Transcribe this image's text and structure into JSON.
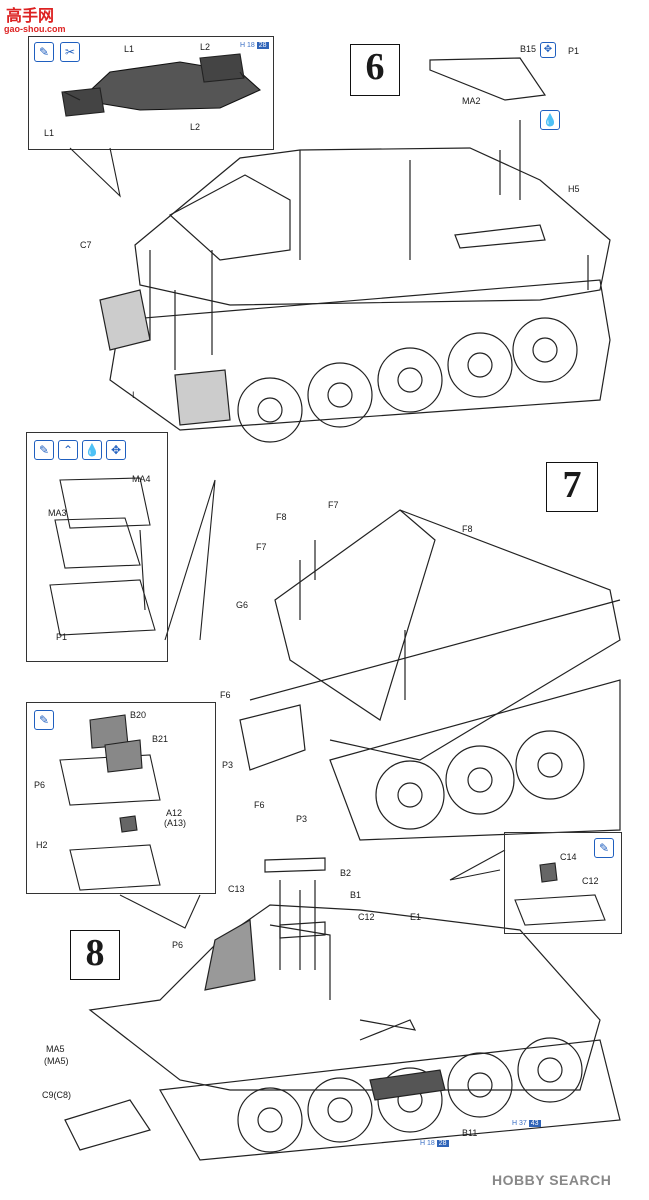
{
  "watermark": {
    "logo": "高手网",
    "url": "gao-shou.com",
    "footer": "HOBBY SEARCH"
  },
  "step6": {
    "number": "6",
    "inset_labels": [
      "L1",
      "L2",
      "L1",
      "L2"
    ],
    "inset_ref": {
      "prefix": "H",
      "num": "18",
      "tag": "28"
    },
    "labels": {
      "b15": "B15",
      "p1": "P1",
      "ma2": "MA2",
      "h5": "H5",
      "c7": "C7",
      "i": "I"
    }
  },
  "step7": {
    "number": "7",
    "inset_labels": {
      "ma4": "MA4",
      "ma3": "MA3",
      "p1": "P1"
    },
    "labels": {
      "f8a": "F8",
      "f7a": "F7",
      "f7b": "F7",
      "f8b": "F8",
      "g6": "G6",
      "f6a": "F6",
      "p3a": "P3",
      "f6b": "F6",
      "p3b": "P3"
    }
  },
  "step8": {
    "number": "8",
    "inset_left_labels": {
      "b20": "B20",
      "b21": "B21",
      "p6": "P6",
      "a12": "A12",
      "a13": "(A13)",
      "h2": "H2"
    },
    "inset_right_labels": {
      "c14": "C14",
      "c12": "C12"
    },
    "labels": {
      "c13": "C13",
      "b2": "B2",
      "b1": "B1",
      "c12": "C12",
      "e1": "E1",
      "p6": "P6",
      "ma5": "MA5",
      "ma5b": "(MA5)",
      "c9": "C9(C8)",
      "b11": "B11"
    },
    "ref1": {
      "prefix": "H",
      "num": "18",
      "tag": "28"
    },
    "ref2": {
      "prefix": "H",
      "num": "37",
      "tag": "43"
    }
  },
  "icons": {
    "glue": "glue-icon",
    "bend": "bend-icon",
    "drill": "drill-icon",
    "water": "waterslide-icon",
    "symmetry": "symmetry-icon",
    "remove": "remove-icon"
  }
}
